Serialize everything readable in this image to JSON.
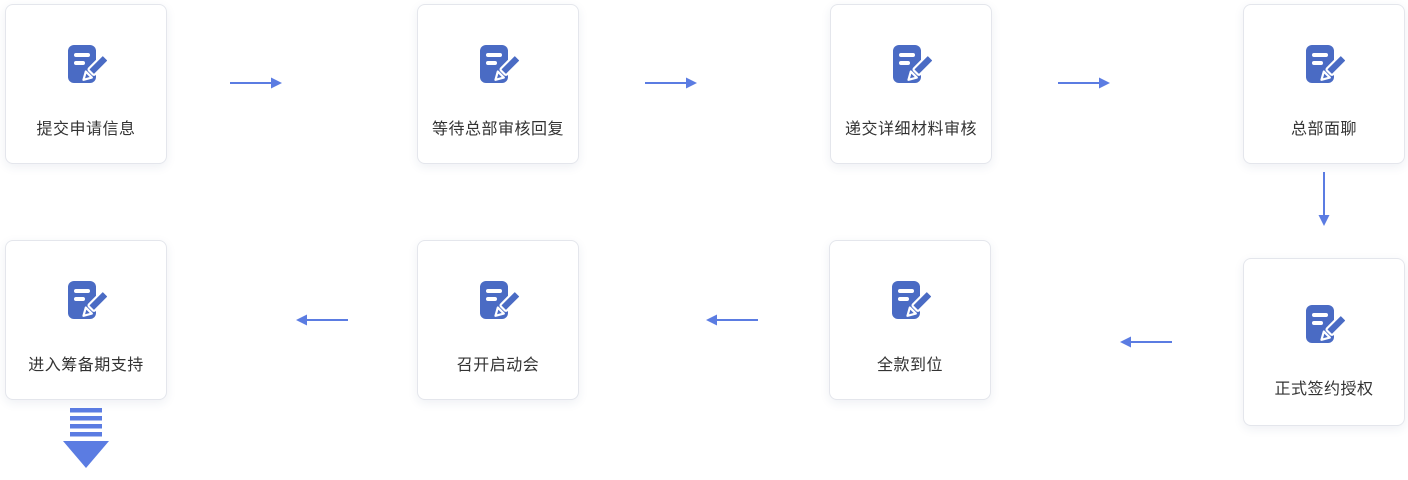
{
  "diagram": {
    "type": "process-flow",
    "background": "#ffffff"
  },
  "colors": {
    "icon_blue": "#4a6bc4",
    "arrow_blue": "#5b7ce2",
    "card_border": "#e4e6ec",
    "label_text": "#333333"
  },
  "steps": [
    {
      "id": 1,
      "label": "提交申请信息",
      "icon": "document-edit-icon"
    },
    {
      "id": 2,
      "label": "等待总部审核回复",
      "icon": "document-edit-icon"
    },
    {
      "id": 3,
      "label": "递交详细材料审核",
      "icon": "document-edit-icon"
    },
    {
      "id": 4,
      "label": "总部面聊",
      "icon": "document-edit-icon"
    },
    {
      "id": 5,
      "label": "正式签约授权",
      "icon": "document-edit-icon"
    },
    {
      "id": 6,
      "label": "全款到位",
      "icon": "document-edit-icon"
    },
    {
      "id": 7,
      "label": "召开启动会",
      "icon": "document-edit-icon"
    },
    {
      "id": 8,
      "label": "进入筹备期支持",
      "icon": "document-edit-icon"
    }
  ],
  "connectors": [
    {
      "from": 1,
      "to": 2,
      "direction": "right"
    },
    {
      "from": 2,
      "to": 3,
      "direction": "right"
    },
    {
      "from": 3,
      "to": 4,
      "direction": "right"
    },
    {
      "from": 4,
      "to": 5,
      "direction": "down"
    },
    {
      "from": 5,
      "to": 6,
      "direction": "left"
    },
    {
      "from": 6,
      "to": 7,
      "direction": "left"
    },
    {
      "from": 7,
      "to": 8,
      "direction": "left"
    },
    {
      "from": 8,
      "to": null,
      "direction": "down-continuation"
    }
  ]
}
